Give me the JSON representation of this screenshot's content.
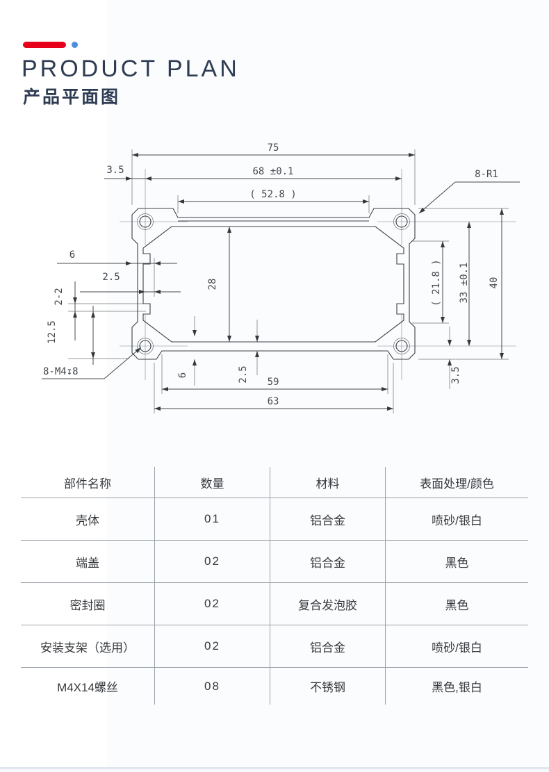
{
  "header": {
    "title_en": "PRODUCT PLAN",
    "title_zh": "产品平面图",
    "accent_red": "#e60019",
    "accent_blue": "#4b8fdc"
  },
  "drawing": {
    "dims": {
      "overall_width": "75",
      "hole_spacing": "68 ±0.1",
      "top_flat": "( 52.8 )",
      "corner_radius": "8-R1",
      "edge_offset_top": "3.5",
      "left_rail": "6",
      "left_wall": "2.5",
      "rail_slot": "2-2",
      "rail_offset": "12.5",
      "screw_note": "8-M4↧8",
      "inner_height": "28",
      "right_window": "( 21.8 )",
      "hole_span_vertical": "33 ±0.1",
      "overall_height": "40",
      "edge_offset_bottom": "3.5",
      "bottom_rail": "6",
      "bottom_wall": "2.5",
      "bottom_inner_width": "59",
      "bottom_outer_width": "63"
    }
  },
  "table": {
    "headers": [
      "部件名称",
      "数量",
      "材料",
      "表面处理/颜色"
    ],
    "rows": [
      [
        "壳体",
        "01",
        "铝合金",
        "喷砂/银白"
      ],
      [
        "端盖",
        "02",
        "铝合金",
        "黑色"
      ],
      [
        "密封圈",
        "02",
        "复合发泡胶",
        "黑色"
      ],
      [
        "安装支架（选用）",
        "02",
        "铝合金",
        "喷砂/银白"
      ],
      [
        "M4X14螺丝",
        "08",
        "不锈钢",
        "黑色,银白"
      ]
    ]
  }
}
